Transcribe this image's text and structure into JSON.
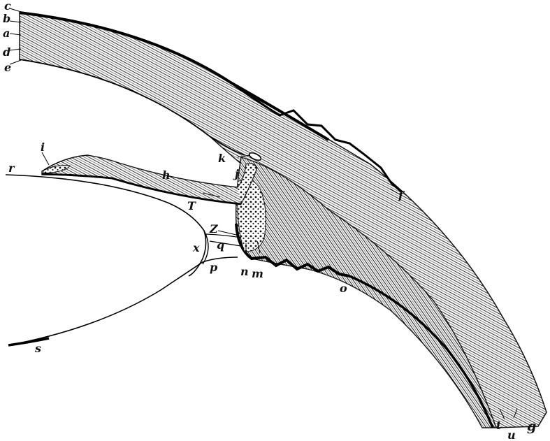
{
  "figure": {
    "background": "#ffffff",
    "ink": "#111111",
    "labels": {
      "c": "c",
      "b": "b",
      "a": "a",
      "d": "d",
      "e": "e",
      "i": "i",
      "r": "r",
      "h": "h",
      "k": "k",
      "j": "j",
      "T": "T",
      "Z": "Z",
      "x": "x",
      "q": "q",
      "p": "p",
      "n": "n",
      "m": "m",
      "o": "o",
      "f": "f",
      "s": "s",
      "t": "t",
      "u": "u",
      "g": "g"
    }
  }
}
